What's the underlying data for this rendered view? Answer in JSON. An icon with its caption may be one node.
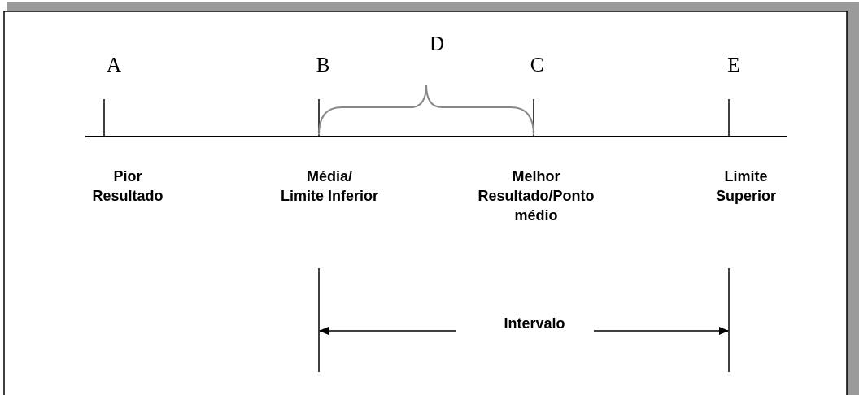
{
  "diagram": {
    "labels": [
      "D",
      "A",
      "B",
      "C",
      "E",
      "Pior Resultado",
      "Média/ Limite Inferior",
      "Melhor Resultado/Ponto médio",
      "Limite Superior",
      "Intervalo"
    ]
  }
}
